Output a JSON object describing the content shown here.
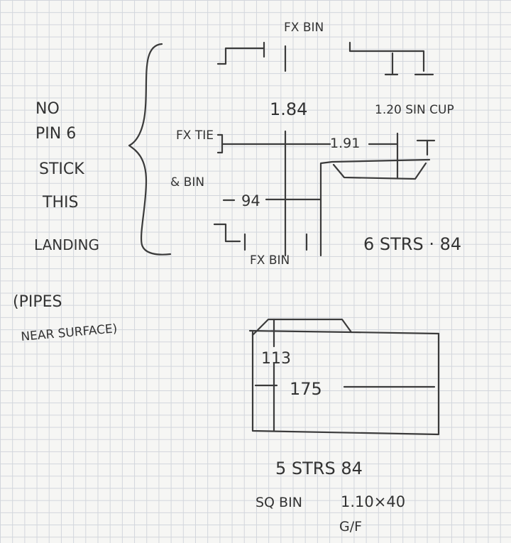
{
  "notes": {
    "no": "NO",
    "pin": "PIN 6",
    "stick": "STICK",
    "this": "THIS",
    "landing": "LANDING",
    "pipes": "(PIPES",
    "near_surface": "NEAR SURFACE)"
  },
  "upper_plan": {
    "fx_bin_top": "FX BIN",
    "dim_184": "1.84",
    "dim_120": "1.20 SIN CUP",
    "fx_tie": "FX TIE",
    "and_bin": "& BIN",
    "dim_191": "1.91",
    "dim_94": "94",
    "fx_bin_bottom": "FX BIN",
    "stairs": "6 STRS · 84"
  },
  "lower_plan": {
    "dim_113": "113",
    "dim_175": "175",
    "stairs": "5 STRS 84",
    "sq_bin": "SQ BIN",
    "size": "1.10×40",
    "gf": "G/F"
  }
}
